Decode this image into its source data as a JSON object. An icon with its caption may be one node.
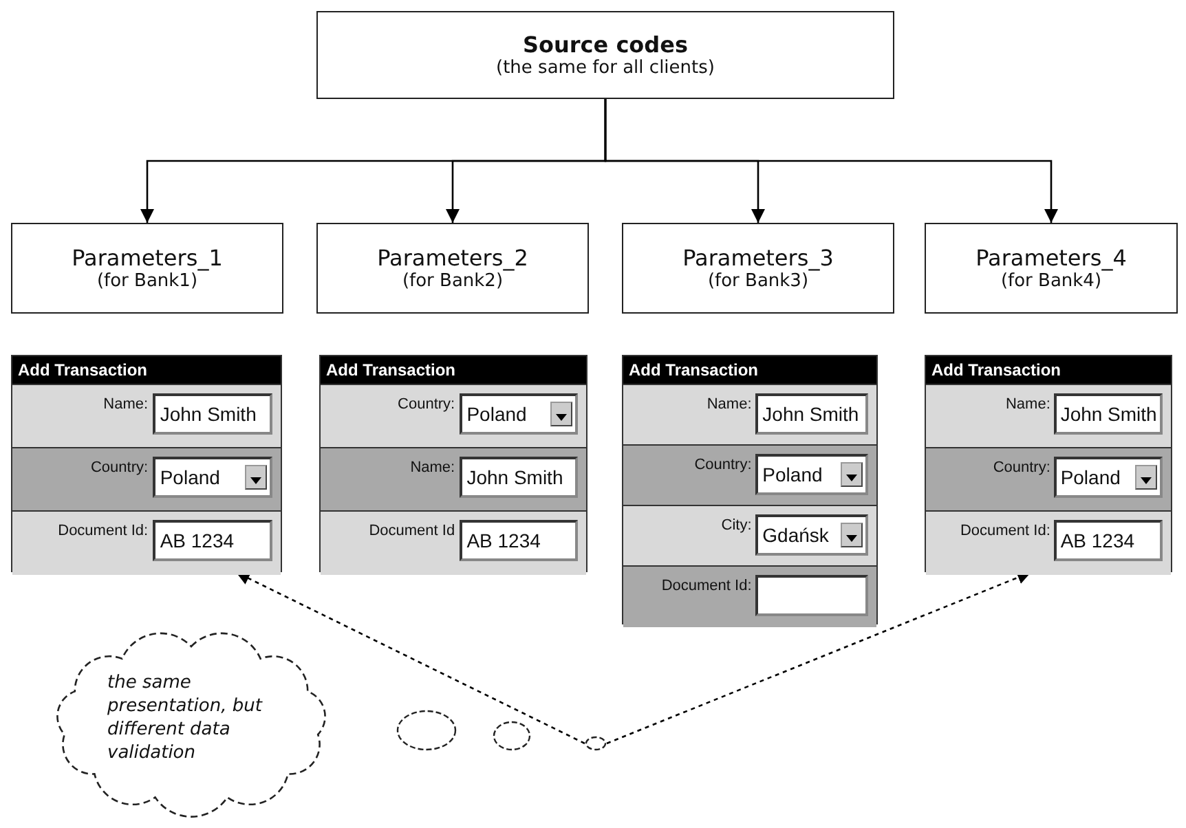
{
  "diagram": {
    "nodes": [
      {
        "text": [
          "Source codes",
          "(the same for all clients)"
        ]
      },
      {
        "text": [
          "Parameters_1",
          "(for Bank1)"
        ]
      },
      {
        "text": [
          "Parameters_2",
          "(for Bank2)"
        ]
      },
      {
        "text": [
          "Parameters_3",
          "(for Bank3)"
        ]
      },
      {
        "text": [
          "Parameters_4",
          "(for Bank4)"
        ]
      },
      {
        "text": [
          "Add Transaction"
        ]
      },
      {
        "text": [
          "Name:",
          "John Smith"
        ],
        "in": 5
      },
      {
        "text": [
          "Country:",
          "Poland"
        ],
        "in": 5
      },
      {
        "text": [
          "Document Id:",
          "AB 1234"
        ],
        "in": 5
      },
      {
        "text": [
          "Add Transaction"
        ]
      },
      {
        "text": [
          "Country:",
          "Poland"
        ],
        "in": 9
      },
      {
        "text": [
          "Name:",
          "John Smith"
        ],
        "in": 9
      },
      {
        "text": [
          "Document Id",
          "AB 1234"
        ],
        "in": 9
      },
      {
        "text": [
          "Add Transaction"
        ]
      },
      {
        "text": [
          "Name:",
          "John Smith"
        ],
        "in": 13
      },
      {
        "text": [
          "Country:",
          "Poland"
        ],
        "in": 13
      },
      {
        "text": [
          "City:",
          "Gdańsk"
        ],
        "in": 13
      },
      {
        "text": [
          "Document Id:"
        ],
        "in": 13
      },
      {
        "text": [
          "Add Transaction"
        ]
      },
      {
        "text": [
          "Name:",
          "John Smith"
        ],
        "in": 18
      },
      {
        "text": [
          "Country:",
          "Poland"
        ],
        "in": 18
      },
      {
        "text": [
          "Document Id:",
          "AB 1234"
        ],
        "in": 18
      },
      {
        "text": [
          "the same presentation, but different data validation"
        ]
      },
      {
        "text": [],
        "shape": "circle"
      },
      {
        "text": [],
        "shape": "circle"
      },
      {
        "text": [],
        "shape": "circle"
      }
    ],
    "edges": [
      {
        "from": 0,
        "to": 1,
        "arrow": "to"
      },
      {
        "from": 0,
        "to": 2,
        "arrow": "to"
      },
      {
        "from": 0,
        "to": 3,
        "arrow": "to"
      },
      {
        "from": 0,
        "to": 4,
        "arrow": "to"
      },
      {
        "from": 25,
        "to": 5,
        "arrow": "to",
        "style": "dashed"
      },
      {
        "from": 25,
        "to": 18,
        "arrow": "to",
        "style": "dashed"
      }
    ]
  }
}
